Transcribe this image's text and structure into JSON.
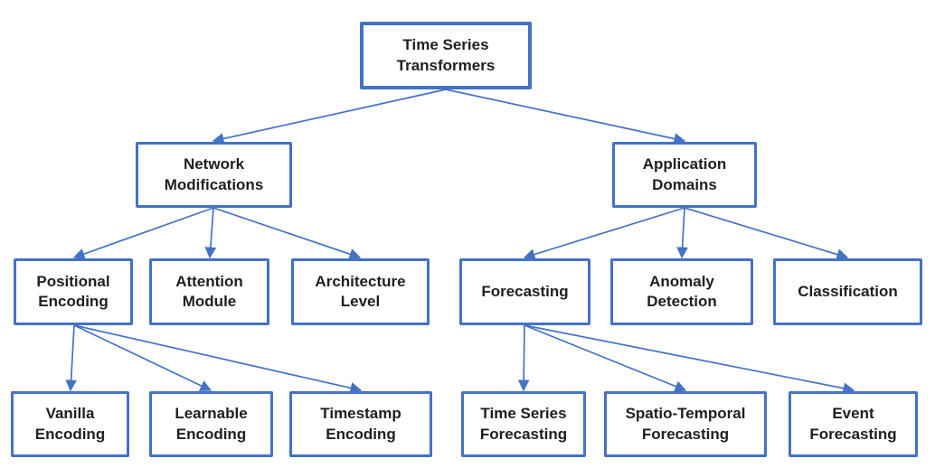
{
  "diagram": {
    "colors": {
      "box_border": "#4472C4",
      "arrow": "#4472C4",
      "text": "#1f1f1f",
      "background": "#ffffff"
    },
    "nodes": {
      "tst": {
        "label": "Time Series Transformers"
      },
      "nm": {
        "label": "Network Modifications"
      },
      "ad": {
        "label": "Application Domains"
      },
      "pe": {
        "label": "Positional Encoding"
      },
      "am": {
        "label": "Attention Module"
      },
      "al": {
        "label": "Architecture Level"
      },
      "fc": {
        "label": "Forecasting"
      },
      "an": {
        "label": "Anomaly Detection"
      },
      "cl": {
        "label": "Classification"
      },
      "ve": {
        "label": "Vanilla Encoding"
      },
      "le": {
        "label": "Learnable Encoding"
      },
      "te": {
        "label": "Timestamp Encoding"
      },
      "tsf": {
        "label": "Time Series Forecasting"
      },
      "stf": {
        "label": "Spatio-Temporal Forecasting"
      },
      "ef": {
        "label": "Event Forecasting"
      }
    },
    "edges": [
      [
        "tst",
        "nm"
      ],
      [
        "tst",
        "ad"
      ],
      [
        "nm",
        "pe"
      ],
      [
        "nm",
        "am"
      ],
      [
        "nm",
        "al"
      ],
      [
        "ad",
        "fc"
      ],
      [
        "ad",
        "an"
      ],
      [
        "ad",
        "cl"
      ],
      [
        "pe",
        "ve"
      ],
      [
        "pe",
        "le"
      ],
      [
        "pe",
        "te"
      ],
      [
        "fc",
        "tsf"
      ],
      [
        "fc",
        "stf"
      ],
      [
        "fc",
        "ef"
      ]
    ]
  }
}
